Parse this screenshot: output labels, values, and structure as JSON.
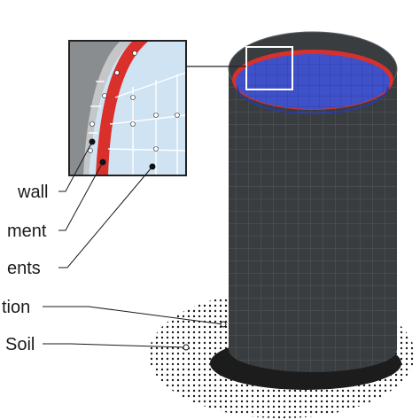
{
  "labels": {
    "wall": "wall",
    "element": "ment",
    "elements": "ents",
    "foundation": "tion",
    "soil": "Soil"
  },
  "colors": {
    "tank_wall": "#3a3d40",
    "mesh_line": "#5c6064",
    "liquid": "#3f51c9",
    "liquid_mesh": "#2b3aa0",
    "interface": "#d9302c",
    "soil_dots": "#1a1a1a",
    "foundation": "#1c1c1c",
    "inset_wall": "#8a8d90",
    "inset_fluid": "#cfe3f3",
    "inset_border": "#222222"
  },
  "icons": {
    "soil": "stipple-ellipse",
    "tank": "cylinder-mesh",
    "inset": "detail-zoom-box"
  }
}
